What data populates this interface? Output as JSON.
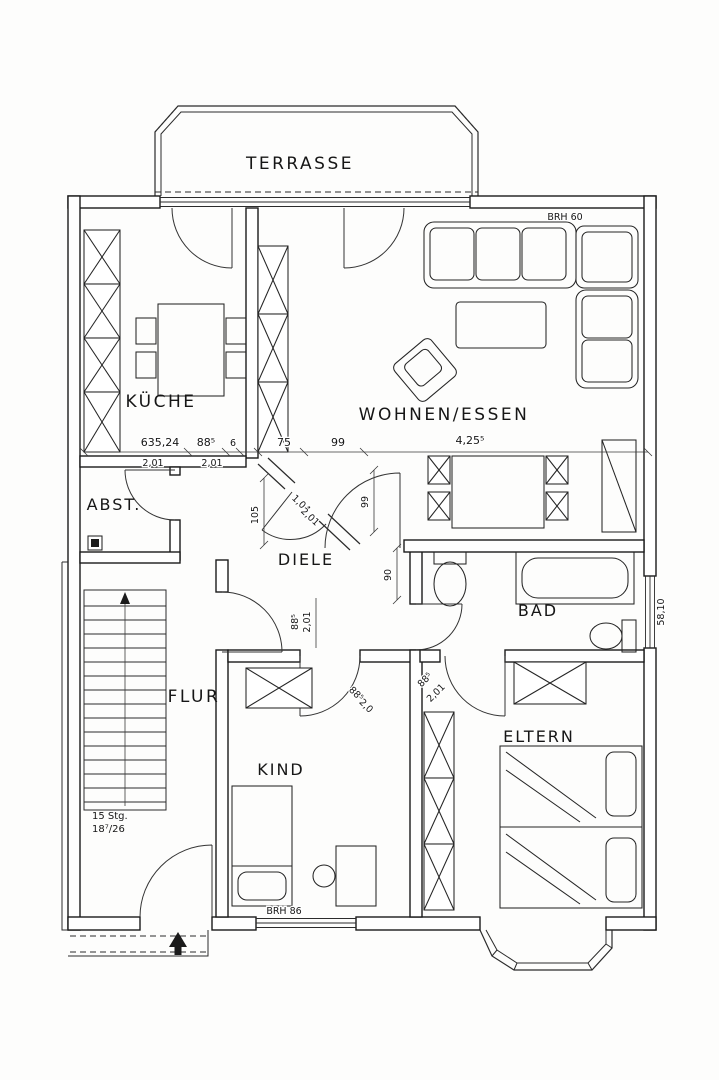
{
  "plan": {
    "rooms": {
      "terrasse": "TERRASSE",
      "kueche": "KÜCHE",
      "wohnen_essen": "WOHNEN/ESSEN",
      "abst": "ABST.",
      "diele": "DIELE",
      "bad": "BAD",
      "flur": "FLUR",
      "kind": "KIND",
      "eltern": "ELTERN"
    },
    "dims": {
      "chain": [
        "635,24",
        "88⁵",
        "6",
        "75",
        "99",
        "4,25⁵"
      ],
      "chain_sub": [
        "2,01",
        "2,01"
      ],
      "w_105": "105",
      "w_99": "99",
      "w_90": "90",
      "flur_door": [
        "88⁵",
        "2,01"
      ],
      "diele_door": [
        "1,04",
        "2,01"
      ],
      "eltern_door": [
        "88⁵",
        "2,01"
      ],
      "kind_door": [
        "88⁵",
        "2,0"
      ],
      "bad_window": "58,10",
      "brh_top": "BRH 60",
      "brh_bottom": "BRH 86"
    },
    "stairs": {
      "line1": "15 Stg.",
      "line2": "18⁷/26"
    }
  }
}
